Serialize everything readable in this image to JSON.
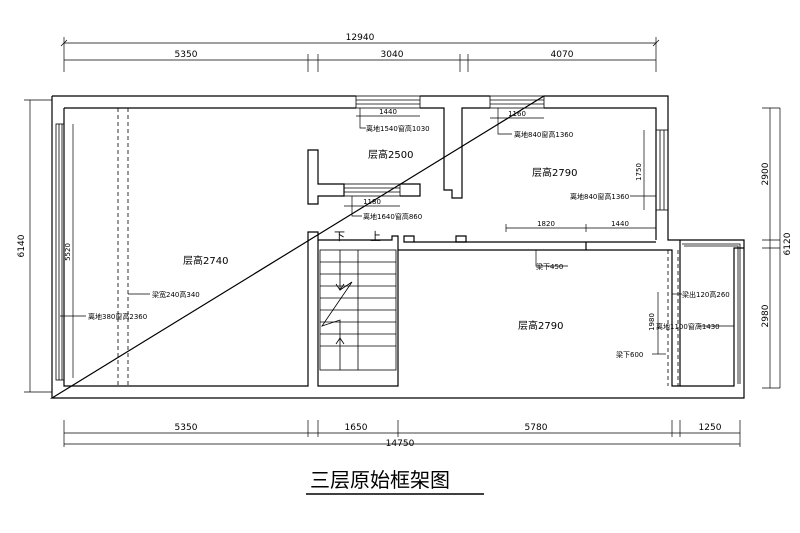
{
  "title": "三层原始框架图",
  "dimensions": {
    "top_total": "12940",
    "top_1": "5350",
    "top_2": "3040",
    "top_3": "4070",
    "bottom_1": "5350",
    "bottom_2": "1650",
    "bottom_3": "5780",
    "bottom_4": "1250",
    "bottom_total": "14750",
    "left_total": "6140",
    "left_inner": "5520",
    "right_total": "6120",
    "right_upper": "2900",
    "right_lower": "2980",
    "inner_1440_top": "1440",
    "inner_1160": "1160",
    "inner_1180": "1180",
    "inner_1750": "1750",
    "inner_1820": "1820",
    "inner_1440_mid": "1440",
    "inner_1980": "1980"
  },
  "rooms": {
    "left": "层高2740",
    "center_top": "层高2500",
    "right_top": "层高2790",
    "right_bottom": "层高2790"
  },
  "notes": {
    "window_top_center": "离地1540窗高1030",
    "window_top_right": "离地840窗高1360",
    "window_right_side": "离地840窗高1360",
    "window_center": "离地1640窗高860",
    "window_left": "离地380窗高2360",
    "beam_left": "梁宽240高340",
    "beam_450": "梁下450",
    "beam_600": "梁下600",
    "beam_balcony": "梁出120高260",
    "window_balcony": "离地1100窗高1430"
  },
  "stairs": {
    "down": "下",
    "up": "上"
  }
}
